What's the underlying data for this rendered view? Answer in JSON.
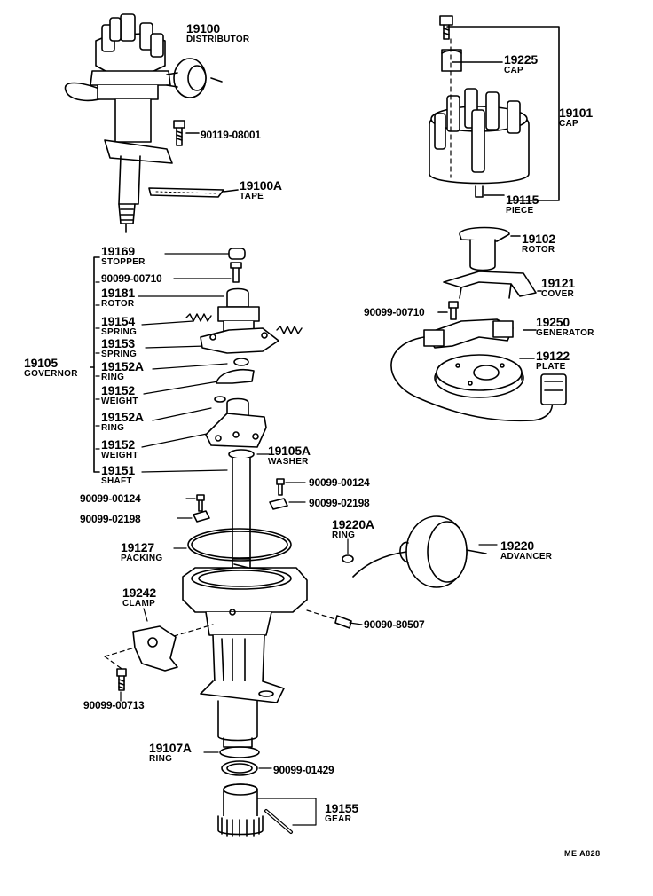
{
  "labels": {
    "p19100": {
      "num": "19100",
      "name": "DISTRIBUTOR"
    },
    "p90119": {
      "code": "90119-08001"
    },
    "p19100A": {
      "num": "19100A",
      "name": "TAPE"
    },
    "p19225": {
      "num": "19225",
      "name": "CAP"
    },
    "p19101": {
      "num": "19101",
      "name": "CAP"
    },
    "p19115": {
      "num": "19115",
      "name": "PIECE"
    },
    "p19102": {
      "num": "19102",
      "name": "ROTOR"
    },
    "p19121": {
      "num": "19121",
      "name": "COVER"
    },
    "p90099_00710b": {
      "code": "90099-00710"
    },
    "p19250": {
      "num": "19250",
      "name": "GENERATOR"
    },
    "p19122": {
      "num": "19122",
      "name": "PLATE"
    },
    "p19169": {
      "num": "19169",
      "name": "STOPPER"
    },
    "p90099_00710a": {
      "code": "90099-00710"
    },
    "p19181": {
      "num": "19181",
      "name": "ROTOR"
    },
    "p19154": {
      "num": "19154",
      "name": "SPRING"
    },
    "p19153": {
      "num": "19153",
      "name": "SPRING"
    },
    "p19105": {
      "num": "19105",
      "name": "GOVERNOR"
    },
    "p19152A_1": {
      "num": "19152A",
      "name": "RING"
    },
    "p19152_1": {
      "num": "19152",
      "name": "WEIGHT"
    },
    "p19152A_2": {
      "num": "19152A",
      "name": "RING"
    },
    "p19152_2": {
      "num": "19152",
      "name": "WEIGHT"
    },
    "p19105A": {
      "num": "19105A",
      "name": "WASHER"
    },
    "p19151": {
      "num": "19151",
      "name": "SHAFT"
    },
    "p90099_00124a": {
      "code": "90099-00124"
    },
    "p90099_00124b": {
      "code": "90099-00124"
    },
    "p90099_02198a": {
      "code": "90099-02198"
    },
    "p90099_02198b": {
      "code": "90099-02198"
    },
    "p19220A": {
      "num": "19220A",
      "name": "RING"
    },
    "p19127": {
      "num": "19127",
      "name": "PACKING"
    },
    "p19220": {
      "num": "19220",
      "name": "ADVANCER"
    },
    "p19242": {
      "num": "19242",
      "name": "CLAMP"
    },
    "p90090": {
      "code": "90090-80507"
    },
    "p90099_00713": {
      "code": "90099-00713"
    },
    "p19107A": {
      "num": "19107A",
      "name": "RING"
    },
    "p90099_01429": {
      "code": "90099-01429"
    },
    "p19155": {
      "num": "19155",
      "name": "GEAR"
    }
  },
  "reference_code": "ME A828"
}
